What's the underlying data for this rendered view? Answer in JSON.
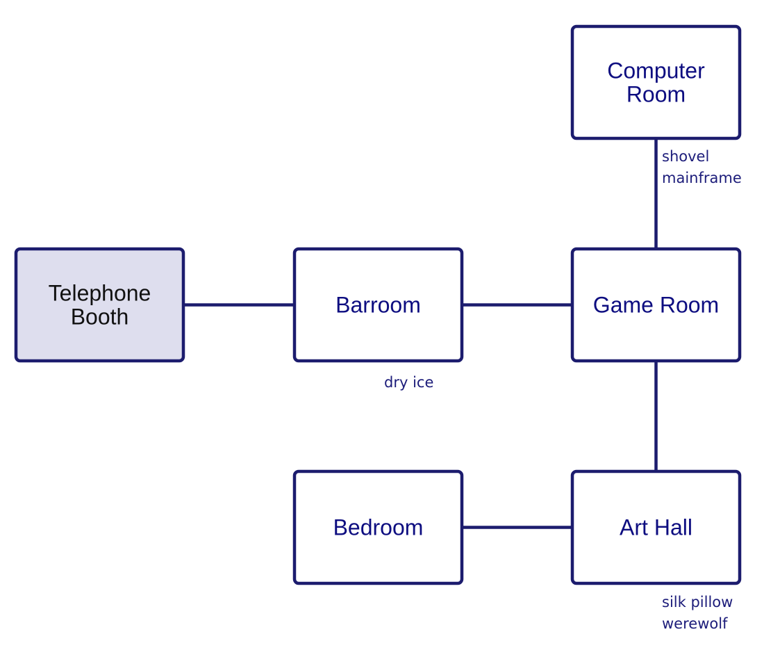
{
  "colors": {
    "border": "#1c1c6e",
    "room_text": "#0d0d80",
    "current_room_fill": "#dedeee",
    "room_fill": "#ffffff",
    "item_text": "#1c1c7a"
  },
  "rooms": [
    {
      "id": "telephone-booth",
      "lines": [
        "Telephone",
        "Booth"
      ],
      "current": true
    },
    {
      "id": "barroom",
      "lines": [
        "Barroom"
      ],
      "current": false
    },
    {
      "id": "game-room",
      "lines": [
        "Game Room"
      ],
      "current": false
    },
    {
      "id": "computer-room",
      "lines": [
        "Computer",
        "Room"
      ],
      "current": false
    },
    {
      "id": "bedroom",
      "lines": [
        "Bedroom"
      ],
      "current": false
    },
    {
      "id": "art-hall",
      "lines": [
        "Art Hall"
      ],
      "current": false
    }
  ],
  "connections": [
    {
      "from": "telephone-booth",
      "to": "barroom"
    },
    {
      "from": "barroom",
      "to": "game-room"
    },
    {
      "from": "computer-room",
      "to": "game-room"
    },
    {
      "from": "game-room",
      "to": "art-hall"
    },
    {
      "from": "bedroom",
      "to": "art-hall"
    }
  ],
  "items": [
    {
      "room": "computer-room",
      "lines": [
        "shovel",
        "mainframe"
      ]
    },
    {
      "room": "barroom",
      "lines": [
        "dry ice"
      ]
    },
    {
      "room": "art-hall",
      "lines": [
        "silk pillow",
        "werewolf"
      ]
    }
  ]
}
